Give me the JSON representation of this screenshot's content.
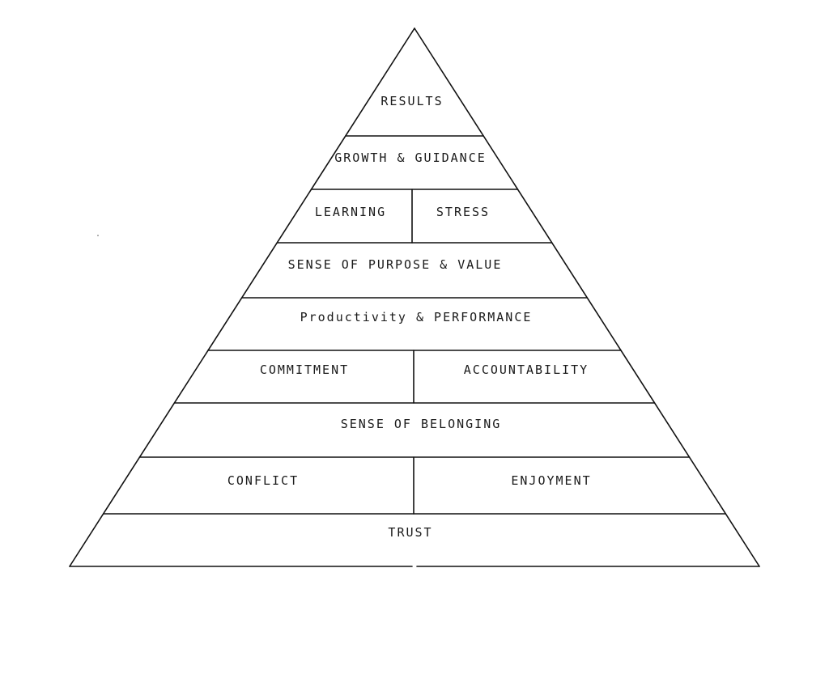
{
  "pyramid": {
    "levels": [
      {
        "id": "results",
        "cells": [
          {
            "label": "RESULTS"
          }
        ]
      },
      {
        "id": "growth-guidance",
        "cells": [
          {
            "label": "GROWTH & GUIDANCE"
          }
        ]
      },
      {
        "id": "learning-stress",
        "cells": [
          {
            "label": "LEARNING"
          },
          {
            "label": "STRESS"
          }
        ]
      },
      {
        "id": "purpose-value",
        "cells": [
          {
            "label": "SENSE OF PURPOSE & VALUE"
          }
        ]
      },
      {
        "id": "productivity-performance",
        "cells": [
          {
            "label": "Productivity & PERFORMANCE"
          }
        ]
      },
      {
        "id": "commitment-accountability",
        "cells": [
          {
            "label": "COMMITMENT"
          },
          {
            "label": "ACCOUNTABILITY"
          }
        ]
      },
      {
        "id": "belonging",
        "cells": [
          {
            "label": "SENSE OF BELONGING"
          }
        ]
      },
      {
        "id": "conflict-enjoyment",
        "cells": [
          {
            "label": "CONFLICT"
          },
          {
            "label": "ENJOYMENT"
          }
        ]
      },
      {
        "id": "trust",
        "cells": [
          {
            "label": "TRUST"
          }
        ]
      }
    ]
  }
}
